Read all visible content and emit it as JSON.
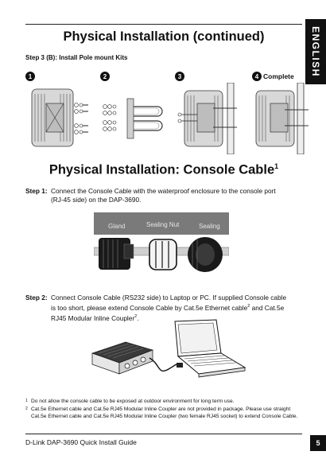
{
  "language_tab": "ENGLISH",
  "section1": {
    "title": "Physical Installation (continued)",
    "step_label": "Step 3 (B): Install Pole mount Kits",
    "figures": [
      {
        "number": "1",
        "caption": ""
      },
      {
        "number": "2",
        "caption": ""
      },
      {
        "number": "3",
        "caption": ""
      },
      {
        "number": "4",
        "caption": "Complete"
      }
    ]
  },
  "section2": {
    "title": "Physical Installation: Console Cable",
    "title_sup": "1",
    "step1": {
      "label": "Step 1:",
      "line1": "Connect the Console Cable with the waterproof enclosure to the console port",
      "line2": "(RJ-45 side) on the DAP-3690."
    },
    "gland_labels": {
      "gland": "Gland",
      "nut": "Sealing Nut",
      "sealing": "Sealing"
    },
    "step2": {
      "label": "Step 2:",
      "line1": "Connect Console Cable (RS232 side) to Laptop or PC. If supplied Console cable",
      "line2_a": "is too short, please extend Console Cable by Cat.5e Ethernet cable",
      "line2_sup": "2",
      "line2_b": " and Cat.5e",
      "line3_a": "RJ45 Modular Inline Coupler",
      "line3_sup": "2",
      "line3_b": "."
    }
  },
  "footnotes": {
    "fn1_mark": "1",
    "fn1": "Do not allow the console cable to be exposed at outdoor environment for long term use.",
    "fn2_mark": "2",
    "fn2": "Cat.5e Ethernet cable and Cat.5e RJ45 Modular Inline Coupler are not provided in package. Please use straight Cat.5e Ethernet cable and Cat.5e RJ45 Modular Inline Coupler (two female RJ45 socket) to extend Console Cable."
  },
  "footer": {
    "text": "D-Link DAP-3690 Quick Install Guide",
    "page": "5"
  },
  "colors": {
    "ink": "#111111",
    "grey_band": "#7a7a7a",
    "device": "#d8d8d8"
  }
}
